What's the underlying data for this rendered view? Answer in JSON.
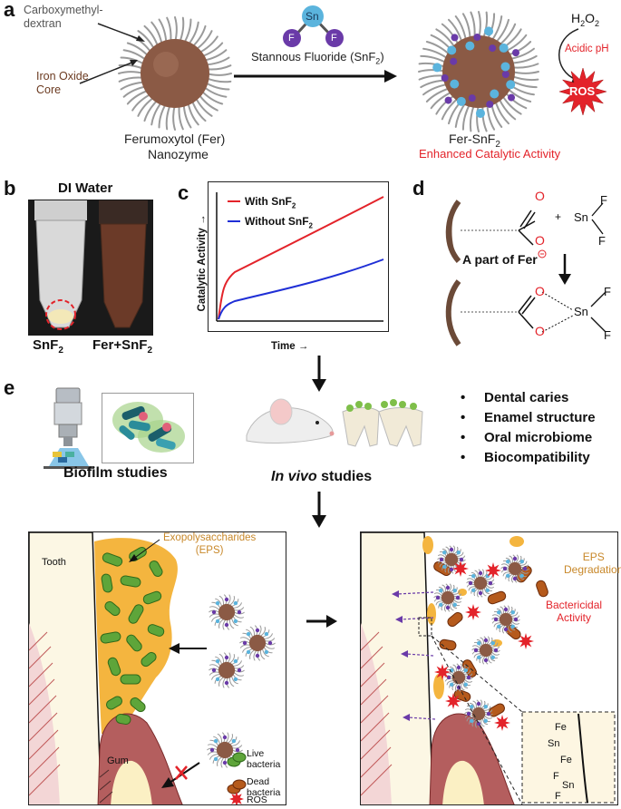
{
  "panel_a": {
    "letter": "a",
    "carboxymethyl_label": "Carboxymethyl-\ndextran",
    "iron_oxide_label": "Iron Oxide\nCore",
    "fer_title": "Ferumoxytol (Fer)",
    "fer_subtitle": "Nanozyme",
    "sn_atom": "Sn",
    "f_atom_left": "F",
    "f_atom_right": "F",
    "stannous_label": "Stannous Fluoride (SnF",
    "stannous_sub": "2",
    "stannous_close": ")",
    "fer_snf2_title": "Fer-SnF",
    "fer_snf2_sub": "2",
    "enhanced_label": "Enhanced Catalytic Activity",
    "h2o2": "H",
    "h2o2_sub1": "2",
    "h2o2_o": "O",
    "h2o2_sub2": "2",
    "acidic_ph": "Acidic pH",
    "ros": "ROS"
  },
  "panel_b": {
    "letter": "b",
    "title": "DI Water",
    "left_label": "SnF",
    "left_sub": "2",
    "right_label": "Fer+SnF",
    "right_sub": "2"
  },
  "panel_c": {
    "letter": "c",
    "y_axis_label": "Catalytic Activity",
    "x_axis_label": "Time",
    "legend_with": "With SnF",
    "legend_with_sub": "2",
    "legend_without": "Without SnF",
    "legend_without_sub": "2",
    "color_with": "#e3232a",
    "color_without": "#1f2fd6"
  },
  "panel_d": {
    "letter": "d",
    "o_top": "O",
    "o_minus": "O",
    "plus": "+",
    "sn": "Sn",
    "f_top": "F",
    "f_bottom": "F",
    "part_of_fer": "A part of Fer",
    "o_upper2": "O",
    "o_lower2": "O",
    "sn2": "Sn",
    "f_top2": "F",
    "f_bottom2": "F"
  },
  "panel_e": {
    "letter": "e",
    "biofilm_studies": "Biofilm studies",
    "in_vivo_italic": "In vivo",
    "in_vivo_rest": " studies",
    "bullets": [
      "Dental caries",
      "Enamel structure",
      "Oral microbiome",
      "Biocompatibility"
    ],
    "tooth_label": "Tooth",
    "gum_label": "Gum",
    "eps_label": "Exopolysaccharides\n(EPS)",
    "eps_degradation": "EPS\nDegradation",
    "bactericidal": "Bactericidal\nActivity",
    "legend_live": "Live\nbacteria",
    "legend_dead": "Dead\nbacteria",
    "legend_ros": "ROS",
    "inset_elements": [
      "Fe",
      "Sn",
      "Fe",
      "F",
      "Sn",
      "F"
    ]
  },
  "colors": {
    "iron_core": "#8b5a45",
    "sn_blue": "#5bb4dd",
    "f_purple": "#6a3aa8",
    "eps_orange": "#f4b53f",
    "live_green": "#5ea53a",
    "dead_brown": "#b55a1c",
    "ros_red": "#e3232a"
  }
}
